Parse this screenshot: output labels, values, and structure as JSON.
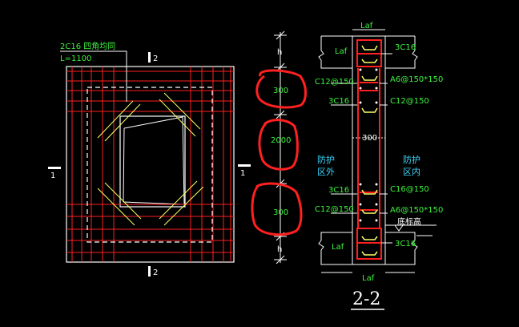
{
  "plan": {
    "rebar_note_line1": "2C16 四角均同",
    "rebar_note_line2": "L=1100",
    "section_mark": "1",
    "section_mark2": "2"
  },
  "dimensions": {
    "h_top": "h",
    "d1": "300",
    "d2": "2000",
    "d3": "300",
    "h_bottom": "h"
  },
  "section": {
    "laf_top": "Laf",
    "laf_left_top": "Laf",
    "bar_top": "3C16",
    "stirrup_left_1": "C12@150",
    "stirrup_right_1": "A6@150*150",
    "bar_left_2": "3C16",
    "stirrup_right_2": "C12@150",
    "thickness": "300",
    "protected_outside": "防护\n区外",
    "protected_inside": "防护\n区内",
    "bar_left_3": "3C16",
    "stirrup_right_3": "C16@150",
    "stirrup_left_4": "C12@150",
    "stirrup_right_4": "A6@150*150",
    "bottom_level": "底标高",
    "laf_left_bottom": "Laf",
    "bar_bottom": "3C16",
    "laf_bottom": "Laf",
    "title": "2-2"
  },
  "colors": {
    "background": "#000000",
    "red": "#ff2020",
    "white": "#ffffff",
    "yellow": "#ffff66",
    "green": "#3df23d",
    "cyan": "#3ad6ff"
  }
}
